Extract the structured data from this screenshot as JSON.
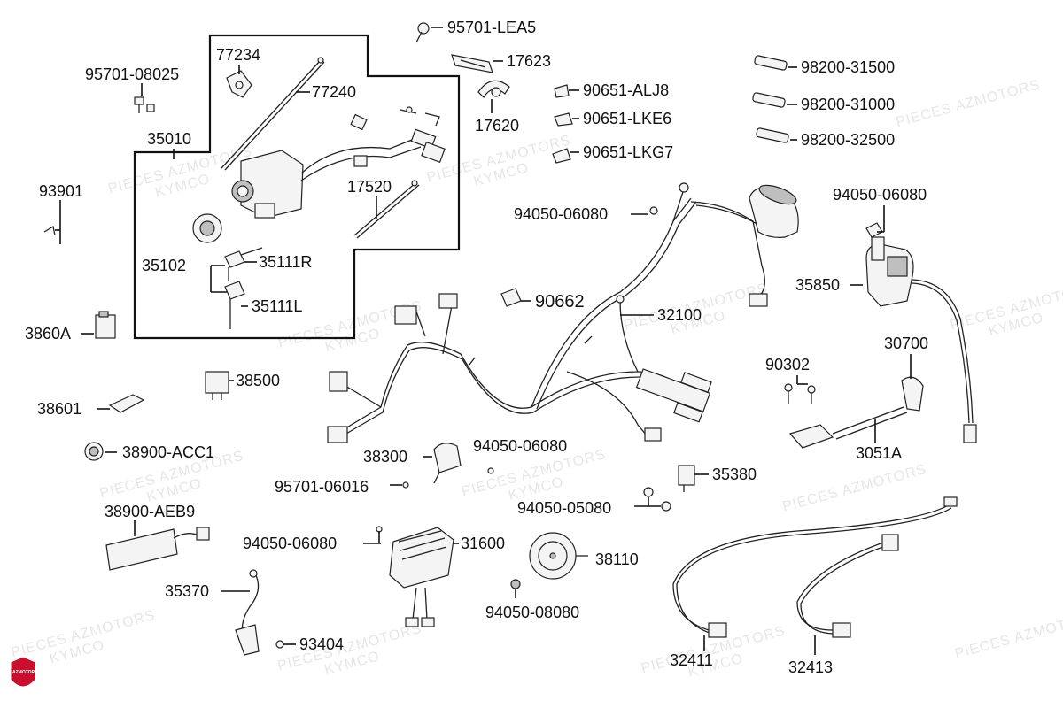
{
  "watermark": {
    "line1": "PIECES AZMOTORS",
    "line2": "KYMCO"
  },
  "logo": {
    "text": "AZMOTORS",
    "color": "#c8102e"
  },
  "parts": {
    "p95701_LEA5": "95701-LEA5",
    "p17623": "17623",
    "p17620": "17620",
    "p77234": "77234",
    "p77240": "77240",
    "p95701_08025": "95701-08025",
    "p35010": "35010",
    "p93901": "93901",
    "p17520": "17520",
    "p35102": "35102",
    "p35111R": "35111R",
    "p35111L": "35111L",
    "p3860A": "3860A",
    "p90651_ALJ8": "90651-ALJ8",
    "p90651_LKE6": "90651-LKE6",
    "p90651_LKG7": "90651-LKG7",
    "p98200_31500": "98200-31500",
    "p98200_31000": "98200-31000",
    "p98200_32500": "98200-32500",
    "p94050_06080_a": "94050-06080",
    "p94050_06080_b": "94050-06080",
    "p90662": "90662",
    "p32100": "32100",
    "p35850": "35850",
    "p30700": "30700",
    "p90302": "90302",
    "p3051A": "3051A",
    "p38500": "38500",
    "p38601": "38601",
    "p38900_ACC1": "38900-ACC1",
    "p38300": "38300",
    "p94050_06080_c": "94050-06080",
    "p95701_06016": "95701-06016",
    "p35380": "35380",
    "p94050_05080": "94050-05080",
    "p38900_AEB9": "38900-AEB9",
    "p94050_06080_d": "94050-06080",
    "p31600": "31600",
    "p38110": "38110",
    "p35370": "35370",
    "p94050_08080": "94050-08080",
    "p93404": "93404",
    "p32411": "32411",
    "p32413": "32413"
  }
}
